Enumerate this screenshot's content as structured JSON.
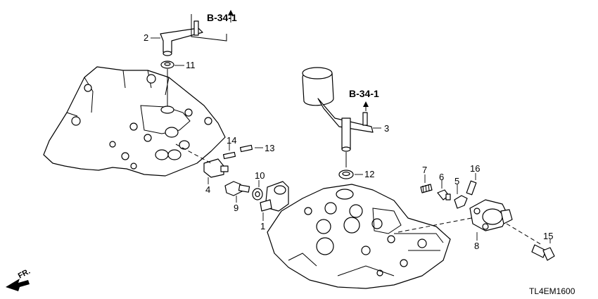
{
  "diagram": {
    "part_numbers": [
      "1",
      "2",
      "3",
      "4",
      "5",
      "6",
      "7",
      "8",
      "9",
      "10",
      "11",
      "12",
      "13",
      "14",
      "15",
      "16"
    ],
    "cross_refs": [
      "B-34-1",
      "B-34-1"
    ],
    "direction_label": "FR.",
    "drawing_code": "TL4EM1600"
  }
}
